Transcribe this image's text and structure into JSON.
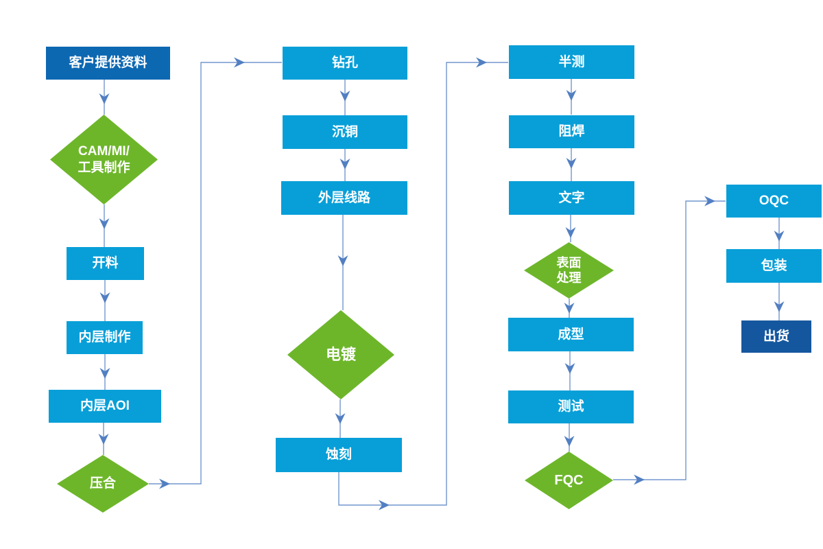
{
  "diagram": {
    "nodes": [
      {
        "id": "customer-data",
        "label": "客户提供资料",
        "shape": "rect",
        "color": "dark-blue"
      },
      {
        "id": "cam-mi-tooling",
        "label": "CAM/MI/工具制作",
        "lines": [
          "CAM/MI/",
          "工具制作"
        ],
        "shape": "diamond",
        "color": "green"
      },
      {
        "id": "cutting",
        "label": "开料",
        "shape": "rect",
        "color": "light-blue"
      },
      {
        "id": "inner-layer-fab",
        "label": "内层制作",
        "shape": "rect",
        "color": "light-blue"
      },
      {
        "id": "inner-layer-aoi",
        "label": "内层AOI",
        "shape": "rect",
        "color": "light-blue"
      },
      {
        "id": "lamination",
        "label": "压合",
        "shape": "diamond",
        "color": "green"
      },
      {
        "id": "drilling",
        "label": "钻孔",
        "shape": "rect",
        "color": "light-blue"
      },
      {
        "id": "copper-deposition",
        "label": "沉铜",
        "shape": "rect",
        "color": "light-blue"
      },
      {
        "id": "outer-layer-circuit",
        "label": "外层线路",
        "shape": "rect",
        "color": "light-blue"
      },
      {
        "id": "plating",
        "label": "电镀",
        "shape": "diamond",
        "color": "green"
      },
      {
        "id": "etching",
        "label": "蚀刻",
        "shape": "rect",
        "color": "light-blue"
      },
      {
        "id": "half-test",
        "label": "半测",
        "shape": "rect",
        "color": "light-blue"
      },
      {
        "id": "solder-mask",
        "label": "阻焊",
        "shape": "rect",
        "color": "light-blue"
      },
      {
        "id": "silkscreen",
        "label": "文字",
        "shape": "rect",
        "color": "light-blue"
      },
      {
        "id": "surface-finish",
        "label": "表面处理",
        "lines": [
          "表面",
          "处理"
        ],
        "shape": "diamond",
        "color": "green"
      },
      {
        "id": "forming",
        "label": "成型",
        "shape": "rect",
        "color": "light-blue"
      },
      {
        "id": "testing",
        "label": "测试",
        "shape": "rect",
        "color": "light-blue"
      },
      {
        "id": "fqc",
        "label": "FQC",
        "shape": "diamond",
        "color": "green"
      },
      {
        "id": "oqc",
        "label": "OQC",
        "shape": "rect",
        "color": "light-blue"
      },
      {
        "id": "packaging",
        "label": "包装",
        "shape": "rect",
        "color": "light-blue"
      },
      {
        "id": "shipping",
        "label": "出货",
        "shape": "rect",
        "color": "navy-blue"
      }
    ],
    "edges": [
      {
        "from": "客户提供资料",
        "to": "CAM/MI/工具制作"
      },
      {
        "from": "CAM/MI/工具制作",
        "to": "开料"
      },
      {
        "from": "开料",
        "to": "内层制作"
      },
      {
        "from": "内层制作",
        "to": "内层AOI"
      },
      {
        "from": "内层AOI",
        "to": "压合"
      },
      {
        "from": "压合",
        "to": "钻孔"
      },
      {
        "from": "钻孔",
        "to": "沉铜"
      },
      {
        "from": "沉铜",
        "to": "外层线路"
      },
      {
        "from": "外层线路",
        "to": "电镀"
      },
      {
        "from": "电镀",
        "to": "蚀刻"
      },
      {
        "from": "蚀刻",
        "to": "半测"
      },
      {
        "from": "半测",
        "to": "阻焊"
      },
      {
        "from": "阻焊",
        "to": "文字"
      },
      {
        "from": "文字",
        "to": "表面处理"
      },
      {
        "from": "表面处理",
        "to": "成型"
      },
      {
        "from": "成型",
        "to": "测试"
      },
      {
        "from": "测试",
        "to": "FQC"
      },
      {
        "from": "FQC",
        "to": "OQC"
      },
      {
        "from": "OQC",
        "to": "包装"
      },
      {
        "from": "包装",
        "to": "出货"
      }
    ],
    "colors": {
      "process_box": "#089fd8",
      "start_box": "#0d68b2",
      "end_box": "#15579e",
      "decision_diamond": "#6db62a",
      "connector_line": "#7296cd",
      "arrowhead": "#527fc2",
      "node_text": "#ffffff",
      "background": "#ffffff"
    }
  }
}
